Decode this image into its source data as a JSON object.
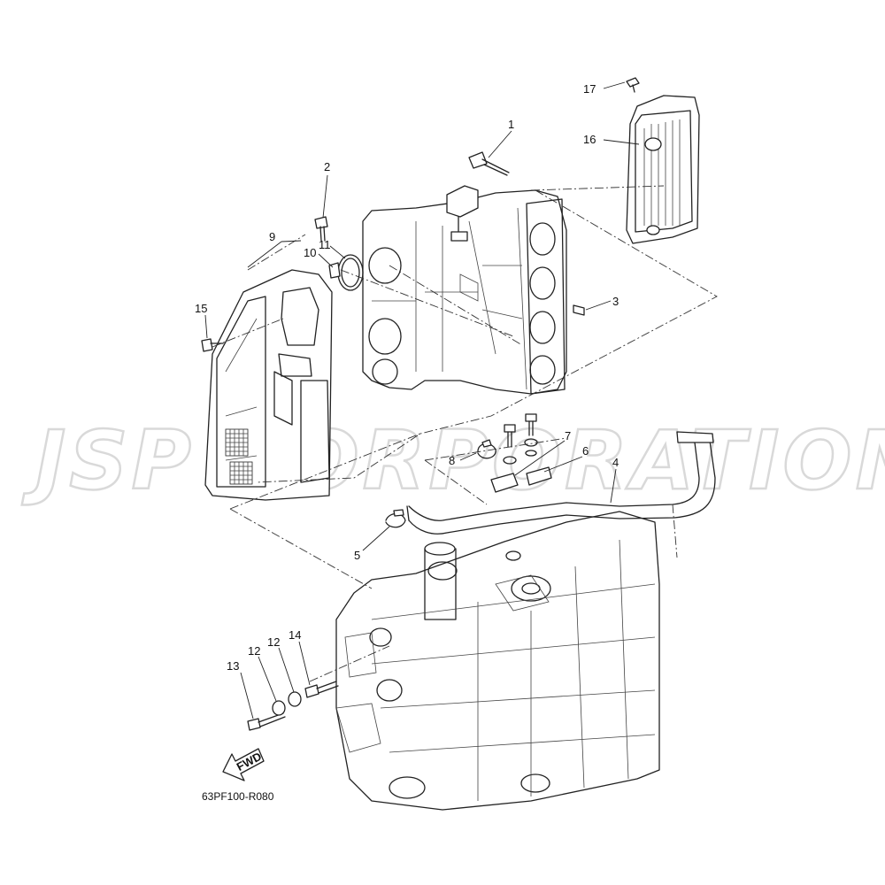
{
  "diagram_id": "63PF100-R080",
  "watermark": "JSP CORPORATION",
  "fwd_label": "FWD",
  "callouts": [
    {
      "id": "1",
      "label": "1"
    },
    {
      "id": "2",
      "label": "2"
    },
    {
      "id": "3",
      "label": "3"
    },
    {
      "id": "4",
      "label": "4"
    },
    {
      "id": "5",
      "label": "5"
    },
    {
      "id": "6",
      "label": "6"
    },
    {
      "id": "7",
      "label": "7"
    },
    {
      "id": "8",
      "label": "8"
    },
    {
      "id": "9",
      "label": "9"
    },
    {
      "id": "10",
      "label": "10"
    },
    {
      "id": "11",
      "label": "11"
    },
    {
      "id": "12a",
      "label": "12"
    },
    {
      "id": "12b",
      "label": "12"
    },
    {
      "id": "13",
      "label": "13"
    },
    {
      "id": "14",
      "label": "14"
    },
    {
      "id": "15",
      "label": "15"
    },
    {
      "id": "16",
      "label": "16"
    },
    {
      "id": "17",
      "label": "17"
    }
  ]
}
